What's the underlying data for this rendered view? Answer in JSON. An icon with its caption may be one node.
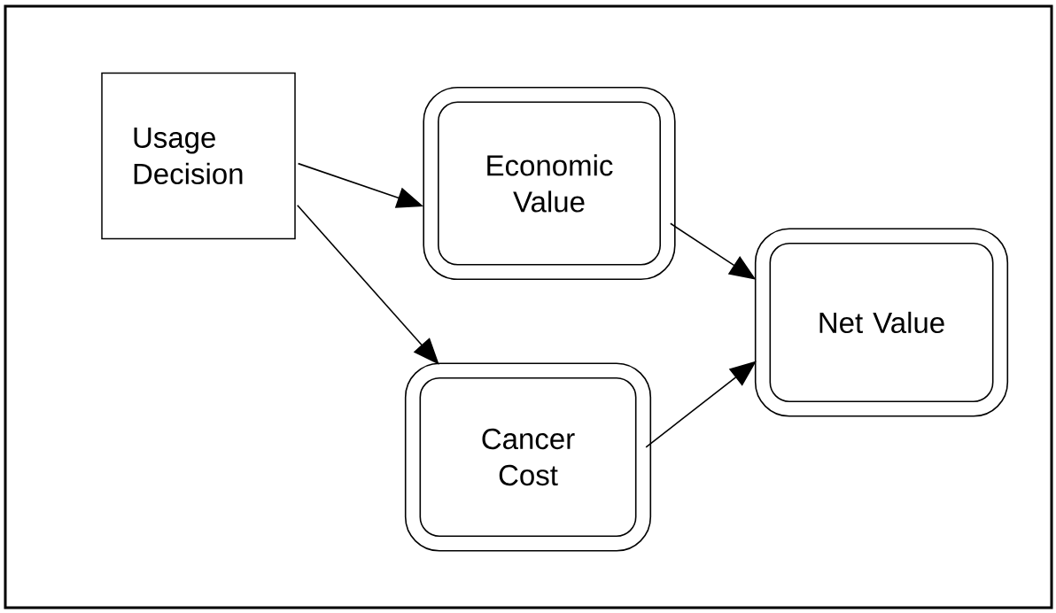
{
  "diagram": {
    "nodes": [
      {
        "text": [
          "Usage Decision"
        ]
      },
      {
        "text": [
          "Economic Value"
        ]
      },
      {
        "text": [
          "Cancer Cost"
        ]
      },
      {
        "text": [
          "Net Value"
        ]
      }
    ],
    "edges": [
      {
        "from": 0,
        "to": 1,
        "arrow": "to"
      },
      {
        "from": 0,
        "to": 2,
        "arrow": "to"
      },
      {
        "from": 1,
        "to": 3,
        "arrow": "to"
      },
      {
        "from": 2,
        "to": 3,
        "arrow": "to"
      }
    ]
  }
}
